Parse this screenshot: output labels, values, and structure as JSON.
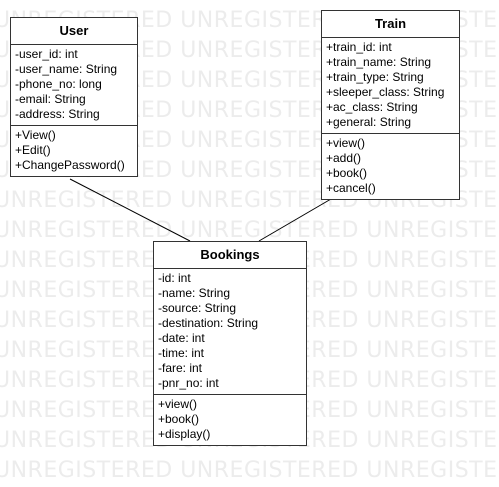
{
  "watermark": "UNREGISTERED UNREGISTERED UNREGISTERED",
  "classes": {
    "user": {
      "name": "User",
      "attributes": [
        "-user_id: int",
        "-user_name: String",
        "-phone_no: long",
        "-email: String",
        "-address: String"
      ],
      "operations": [
        "+View()",
        "+Edit()",
        "+ChangePassword()"
      ]
    },
    "train": {
      "name": "Train",
      "attributes": [
        "+train_id: int",
        "+train_name: String",
        "+train_type: String",
        "+sleeper_class: String",
        "+ac_class: String",
        "+general: String"
      ],
      "operations": [
        "+view()",
        "+add()",
        "+book()",
        "+cancel()"
      ]
    },
    "bookings": {
      "name": "Bookings",
      "attributes": [
        "-id: int",
        "-name: String",
        "-source: String",
        "-destination: String",
        "-date: int",
        "-time: int",
        "-fare: int",
        "-pnr_no: int"
      ],
      "operations": [
        "+view()",
        "+book()",
        "+display()"
      ]
    }
  }
}
